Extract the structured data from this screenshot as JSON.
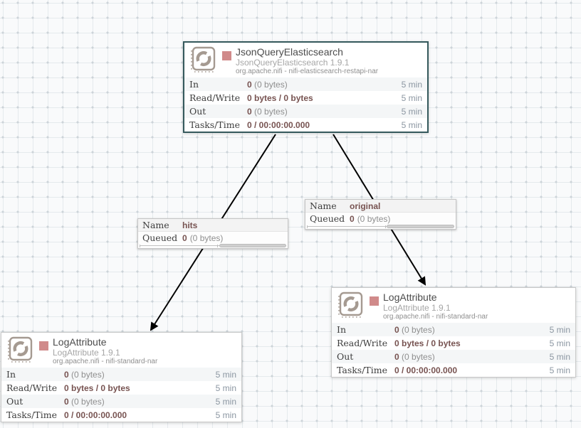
{
  "colors": {
    "selected_border": "#35595c",
    "stopped_indicator": "#d08a8a",
    "processor_icon": "#a59a91",
    "stat_value": "#775351",
    "stat_window_text": "#8b96a1",
    "grid_line": "#e5eaed"
  },
  "processors": [
    {
      "title": "JsonQueryElasticsearch",
      "version_line": "JsonQueryElasticsearch 1.9.1",
      "bundle_line": "org.apache.nifi - nifi-elasticsearch-restapi-nar",
      "run_status": "stopped",
      "selected": true,
      "stats": [
        {
          "label": "In",
          "value": "0",
          "detail": " (0 bytes)",
          "window": "5 min"
        },
        {
          "label": "Read/Write",
          "value": "0 bytes / 0 bytes",
          "detail": "",
          "window": "5 min"
        },
        {
          "label": "Out",
          "value": "0",
          "detail": " (0 bytes)",
          "window": "5 min"
        },
        {
          "label": "Tasks/Time",
          "value": "0 / 00:00:00.000",
          "detail": "",
          "window": "5 min"
        }
      ]
    },
    {
      "title": "LogAttribute",
      "version_line": "LogAttribute 1.9.1",
      "bundle_line": "org.apache.nifi - nifi-standard-nar",
      "run_status": "stopped",
      "selected": false,
      "stats": [
        {
          "label": "In",
          "value": "0",
          "detail": " (0 bytes)",
          "window": "5 min"
        },
        {
          "label": "Read/Write",
          "value": "0 bytes / 0 bytes",
          "detail": "",
          "window": "5 min"
        },
        {
          "label": "Out",
          "value": "0",
          "detail": " (0 bytes)",
          "window": "5 min"
        },
        {
          "label": "Tasks/Time",
          "value": "0 / 00:00:00.000",
          "detail": "",
          "window": "5 min"
        }
      ]
    },
    {
      "title": "LogAttribute",
      "version_line": "LogAttribute 1.9.1",
      "bundle_line": "org.apache.nifi - nifi-standard-nar",
      "run_status": "stopped",
      "selected": false,
      "stats": [
        {
          "label": "In",
          "value": "0",
          "detail": " (0 bytes)",
          "window": "5 min"
        },
        {
          "label": "Read/Write",
          "value": "0 bytes / 0 bytes",
          "detail": "",
          "window": "5 min"
        },
        {
          "label": "Out",
          "value": "0",
          "detail": " (0 bytes)",
          "window": "5 min"
        },
        {
          "label": "Tasks/Time",
          "value": "0 / 00:00:00.000",
          "detail": "",
          "window": "5 min"
        }
      ]
    }
  ],
  "connections": [
    {
      "name_label": "Name",
      "name_value": "hits",
      "queued_label": "Queued",
      "queued_value": "0",
      "queued_detail": "(0 bytes)"
    },
    {
      "name_label": "Name",
      "name_value": "original",
      "queued_label": "Queued",
      "queued_value": "0",
      "queued_detail": "(0 bytes)"
    }
  ]
}
